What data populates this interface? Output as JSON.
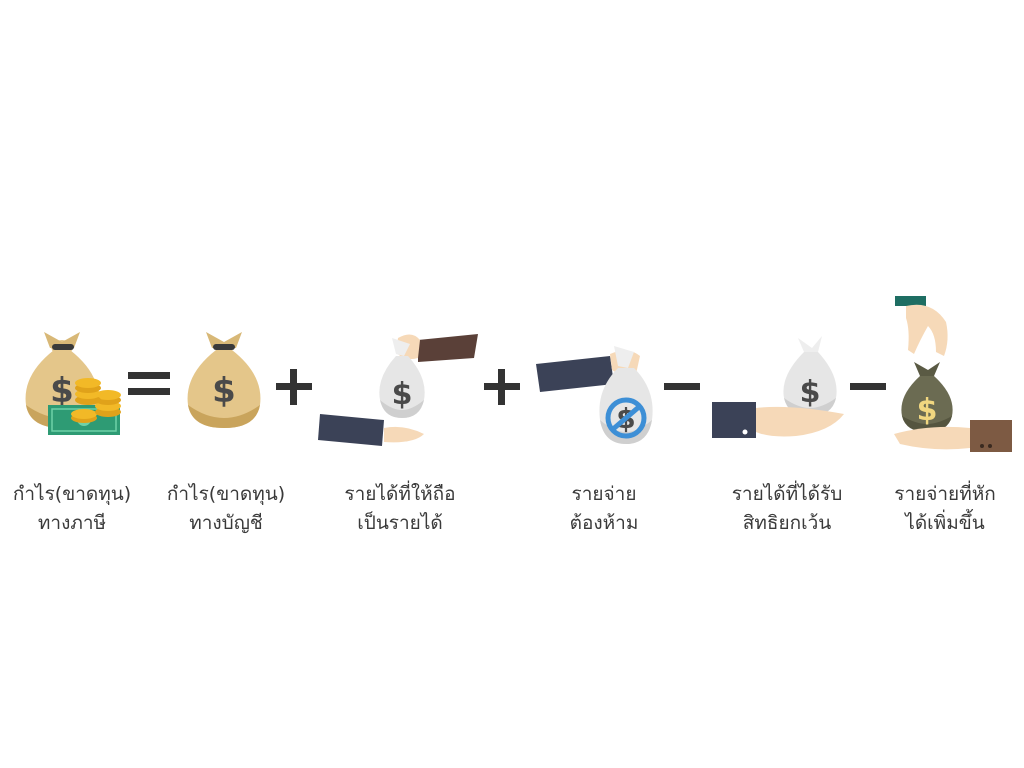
{
  "colors": {
    "bag_tan": "#e4c68a",
    "bag_tan_dark": "#c9a45c",
    "bag_white": "#e6e6e6",
    "bag_olive": "#6b6b52",
    "dollar": "#4a4a4a",
    "coin": "#f2b927",
    "bill": "#2e9b74",
    "operator": "#333333",
    "sleeve_navy": "#3b4257",
    "sleeve_brown": "#5a4038",
    "sleeve_brown_light": "#7d5a43",
    "skin": "#f6d9b8",
    "forbidden": "#3d8fd6"
  },
  "operators": [
    "=",
    "+",
    "+",
    "−",
    "−"
  ],
  "terms": [
    {
      "line1": "กำไร(ขาดทุน)",
      "line2": "ทางภาษี"
    },
    {
      "line1": "กำไร(ขาดทุน)",
      "line2": "ทางบัญชี"
    },
    {
      "line1": "รายได้ที่ให้ถือ",
      "line2": "เป็นรายได้"
    },
    {
      "line1": "รายจ่าย",
      "line2": "ต้องห้าม"
    },
    {
      "line1": "รายได้ที่ได้รับ",
      "line2": "สิทธิยกเว้น"
    },
    {
      "line1": "รายจ่ายที่หัก",
      "line2": "ได้เพิ่มขึ้น"
    }
  ],
  "icons": [
    "money-bag-with-coins-icon",
    "money-bag-icon",
    "hand-giving-money-bag-icon",
    "forbidden-money-bag-icon",
    "hand-receiving-money-bag-icon",
    "hand-passing-money-bag-icon"
  ]
}
